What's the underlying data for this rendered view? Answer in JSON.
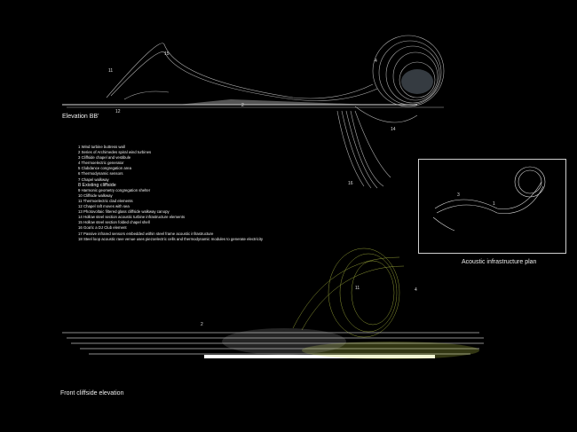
{
  "captions": {
    "elevation_bb": "Elevation BB'",
    "acoustic_plan": "Acoustic infrastructure plan",
    "front_elevation": "Front cliffside elevation"
  },
  "elevation_labels": [
    "15",
    "11",
    "12",
    "2",
    "4",
    "14",
    "16"
  ],
  "plan_labels": [
    "3",
    "1"
  ],
  "front_labels": [
    "11",
    "4",
    "2"
  ],
  "legend": [
    "1 Wind turbine buttress wall",
    "2 Series of Archimedes spiral wind turbines",
    "3 Cliffside chapel and vestibule",
    "4 Thermoelectric generator",
    "5 Clubdance congregation area",
    "6 Thermodynamic sensors",
    "7 Chapel walkway",
    "8 Existing cliffside",
    "9 Harmonic geometry congregation shelter",
    "10 Cliffside walkway",
    "11 Thermoelectric clad elements",
    "12 Chapel raft moves with sea",
    "13 Photovoltaic filtered glass cliffside walkway canopy",
    "14 Hollow steel section acoustic turbine infrastructure elements",
    "15 Hollow steel section folded chapel shell",
    "16 Goa'ic a DJ Club element",
    "17 Passive infrared sensors embedded within steel frame acoustic infrastructure",
    "18 Steel loop acoustic rave venue uses piezoelectric cells and thermodynamic modules to generate electricity"
  ],
  "colors": {
    "background": "#000000",
    "line": "#d8d8d8",
    "glow": "#c8d84a"
  }
}
